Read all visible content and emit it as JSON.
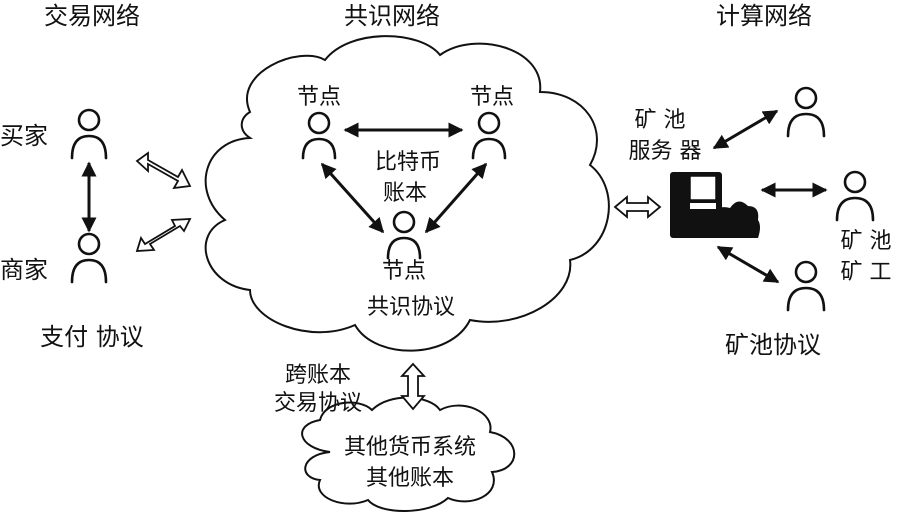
{
  "sections": {
    "transaction_network": "交易网络",
    "consensus_network": "共识网络",
    "compute_network": "计算网络"
  },
  "transaction": {
    "buyer": "买家",
    "merchant": "商家",
    "protocol": "支付 协议"
  },
  "consensus": {
    "node_top_left": "节点",
    "node_top_right": "节点",
    "node_bottom": "节点",
    "ledger_line1": "比特币",
    "ledger_line2": "账本",
    "protocol": "共识协议"
  },
  "cross_ledger": {
    "line1": "跨账本",
    "line2": "交易协议"
  },
  "other": {
    "line1": "其他货币系统",
    "line2": "其他账本"
  },
  "compute": {
    "pool_server_line1": "矿 池",
    "pool_server_line2": "服务 器",
    "miner_line1": "矿 池",
    "miner_line2": "矿 工",
    "protocol": "矿池协议"
  }
}
